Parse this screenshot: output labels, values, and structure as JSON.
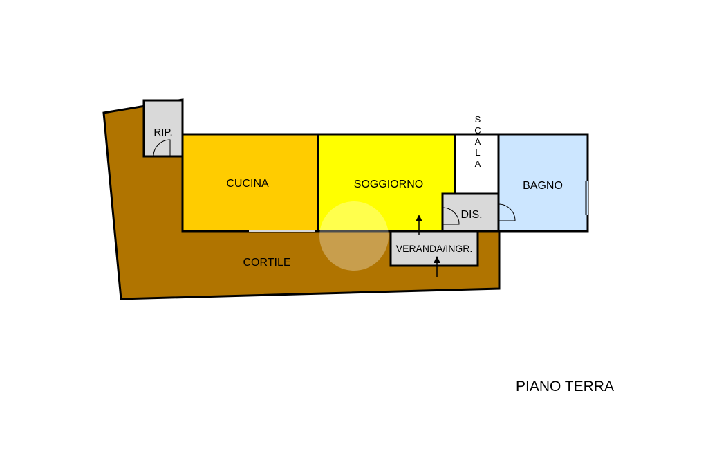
{
  "floor": {
    "title": "PIANO TERRA"
  },
  "rooms": {
    "ripostiglio": "RIP.",
    "cucina": "CUCINA",
    "soggiorno": "SOGGIORNO",
    "scala": "SCALA",
    "bagno": "BAGNO",
    "disimpegno": "DIS.",
    "veranda": "VERANDA/INGR.",
    "cortile": "CORTILE"
  },
  "colors": {
    "cortile": "#b07400",
    "cucina": "#ffcc00",
    "soggiorno": "#ffff00",
    "bagno": "#cce6ff",
    "service": "#d9d9d9",
    "scala": "#ffffff",
    "wall": "#000000"
  }
}
